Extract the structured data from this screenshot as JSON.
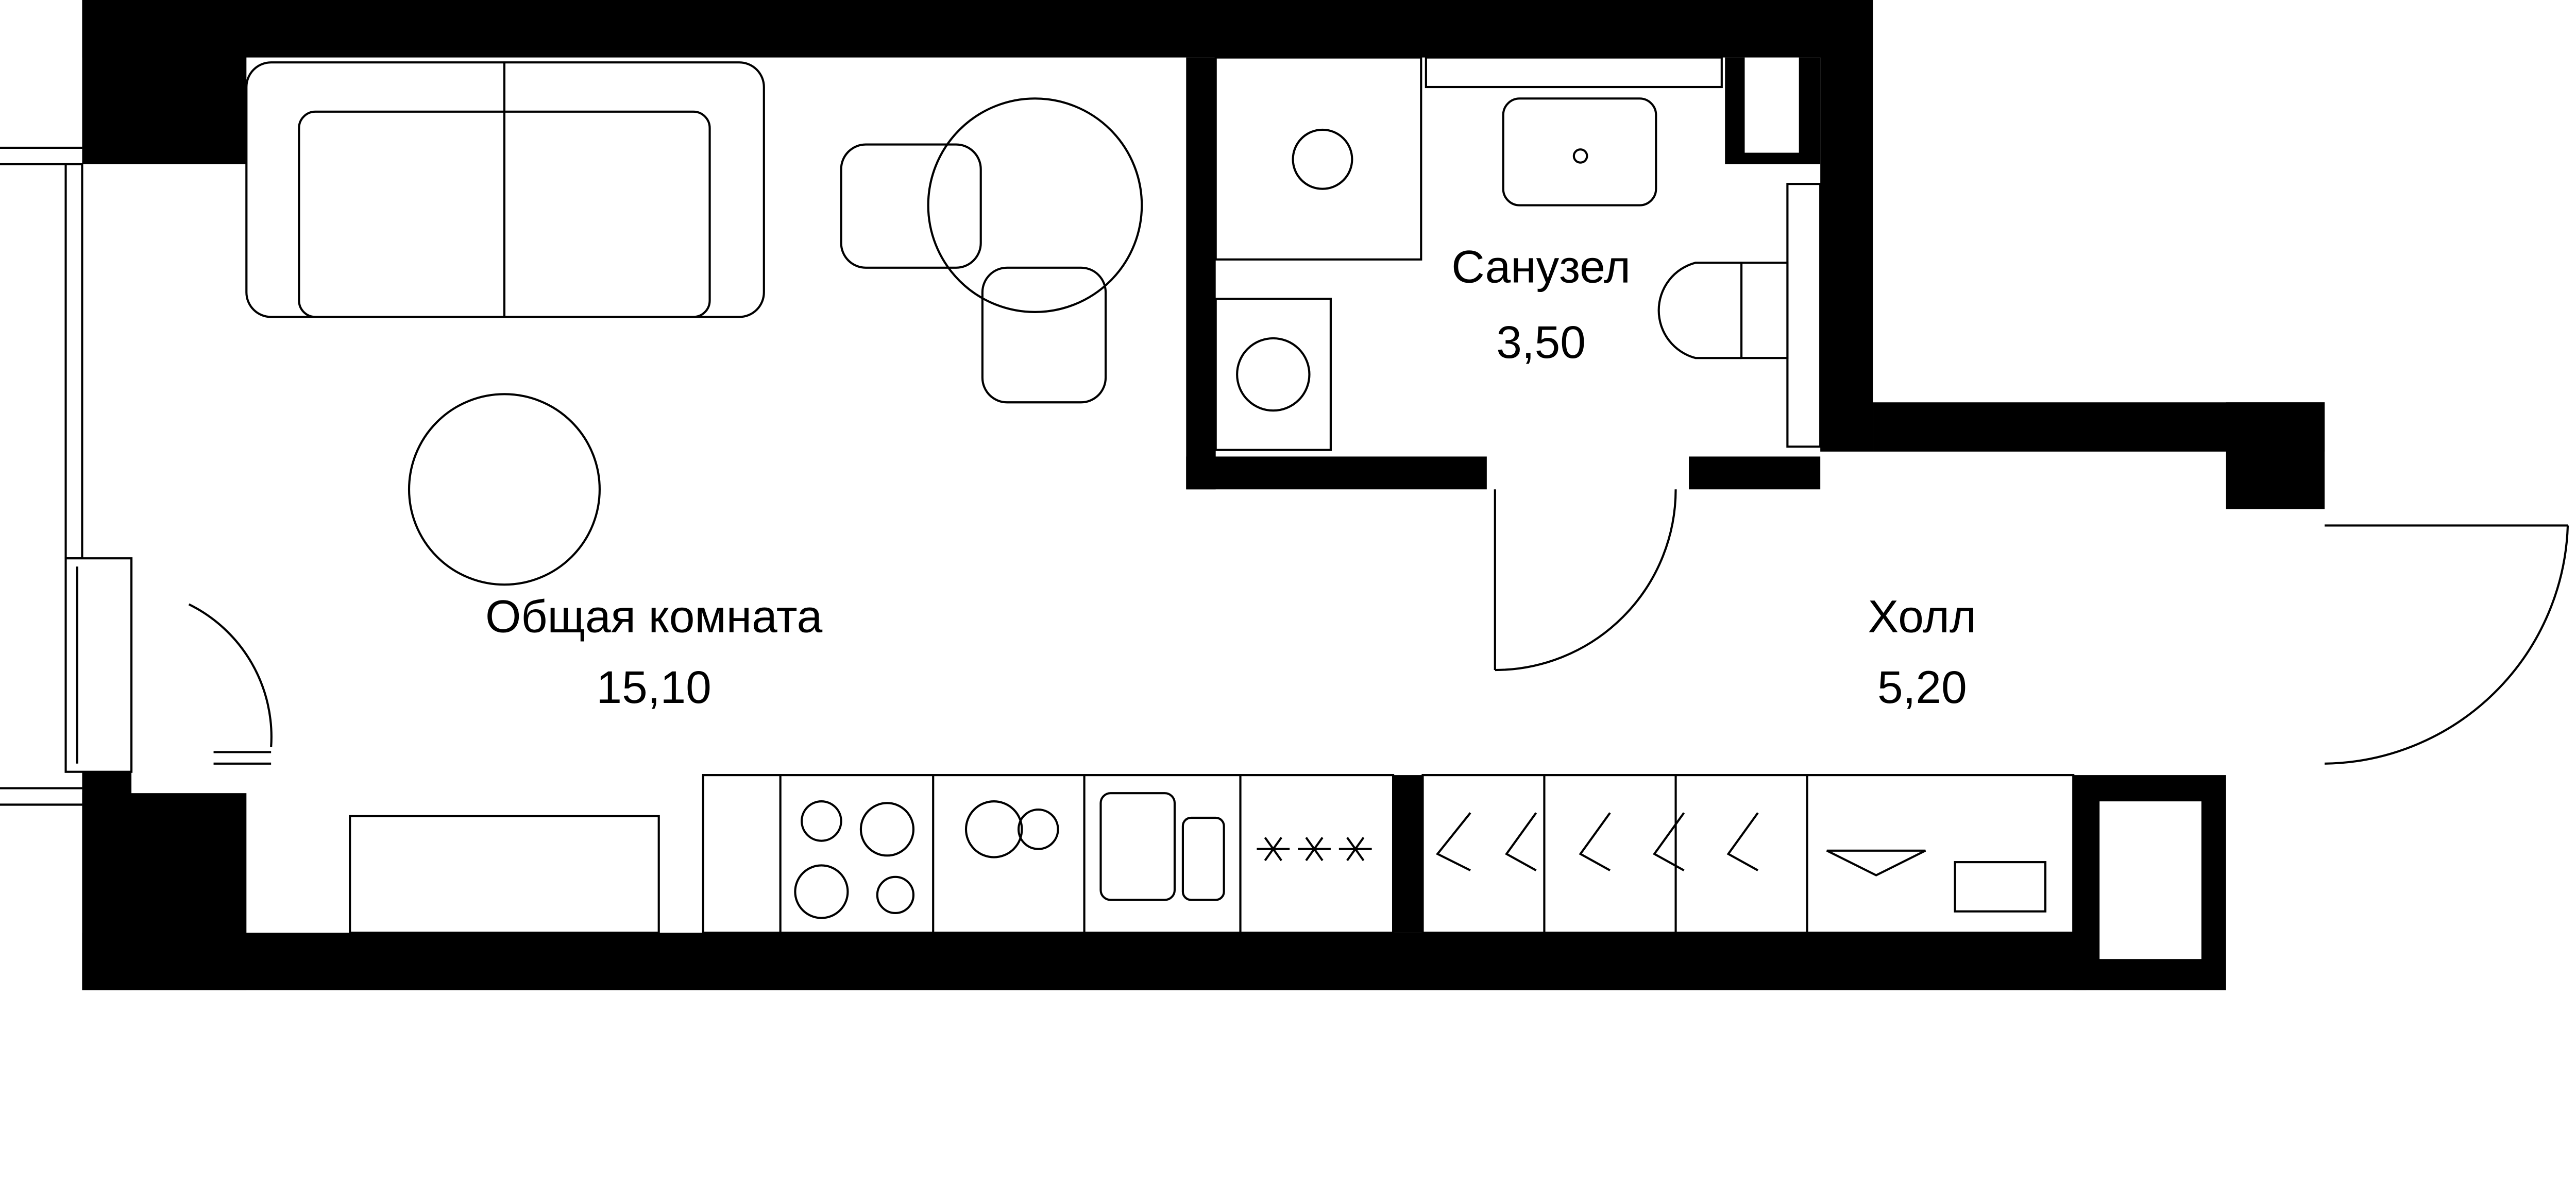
{
  "rooms": [
    {
      "name": "Общая комната",
      "area": "15,10"
    },
    {
      "name": "Санузел",
      "area": "3,50"
    },
    {
      "name": "Холл",
      "area": "5,20"
    }
  ],
  "colors": {
    "wall": "#000000",
    "background": "#ffffff"
  }
}
